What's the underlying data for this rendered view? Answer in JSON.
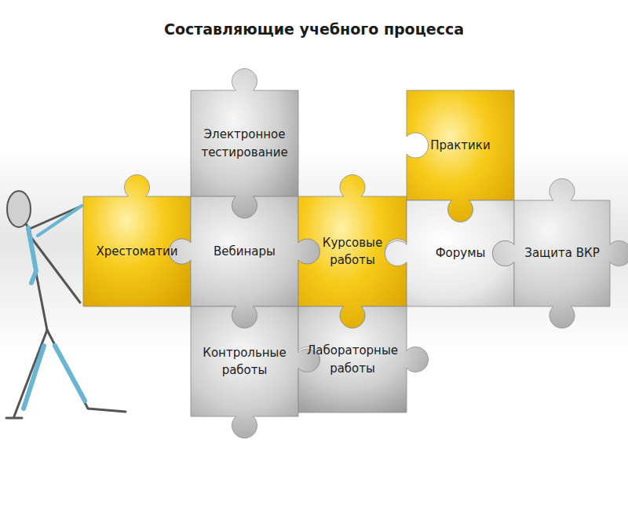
{
  "diagram": {
    "title": "Составляющие учебного процесса",
    "nodes": [
      {
        "text": [
          "Электронное тестирование"
        ]
      },
      {
        "text": [
          "Практики"
        ]
      },
      {
        "text": [
          "Хрестоматии"
        ]
      },
      {
        "text": [
          "Вебинары"
        ]
      },
      {
        "text": [
          "Курсовые работы"
        ]
      },
      {
        "text": [
          "Форумы"
        ]
      },
      {
        "text": [
          "Защита ВКР"
        ]
      },
      {
        "text": [
          "Контрольные работы"
        ]
      },
      {
        "text": [
          "Лабораторные работы"
        ]
      }
    ]
  }
}
